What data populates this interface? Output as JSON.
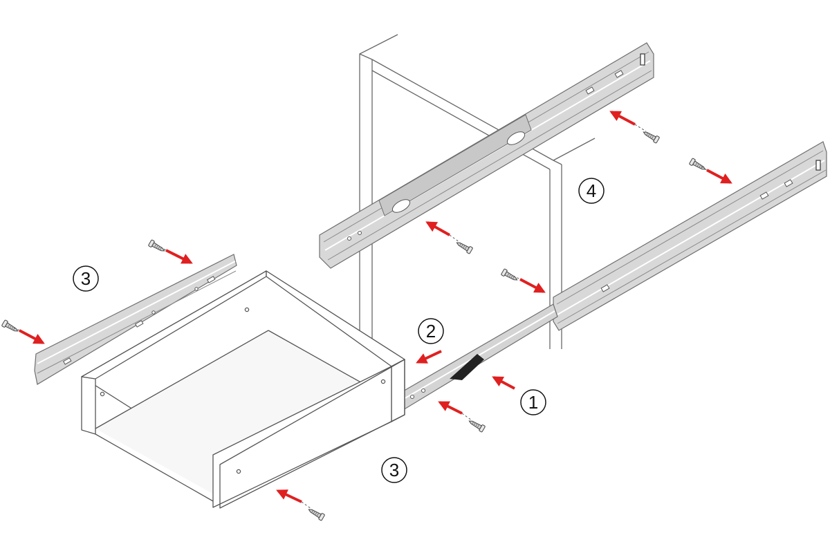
{
  "steps": [
    {
      "id": "one",
      "label": "1"
    },
    {
      "id": "two",
      "label": "2"
    },
    {
      "id": "three-left",
      "label": "3"
    },
    {
      "id": "three-bottom",
      "label": "3"
    },
    {
      "id": "four",
      "label": "4"
    }
  ],
  "colors": {
    "arrow": "#e02020",
    "rail_fill": "#d4d4d4",
    "rail_stroke": "#6e6e6e",
    "line": "#555555",
    "panel_fill": "#ffffff"
  },
  "icons": [
    "screw-icon",
    "arrow-icon",
    "slot-hole-icon"
  ]
}
